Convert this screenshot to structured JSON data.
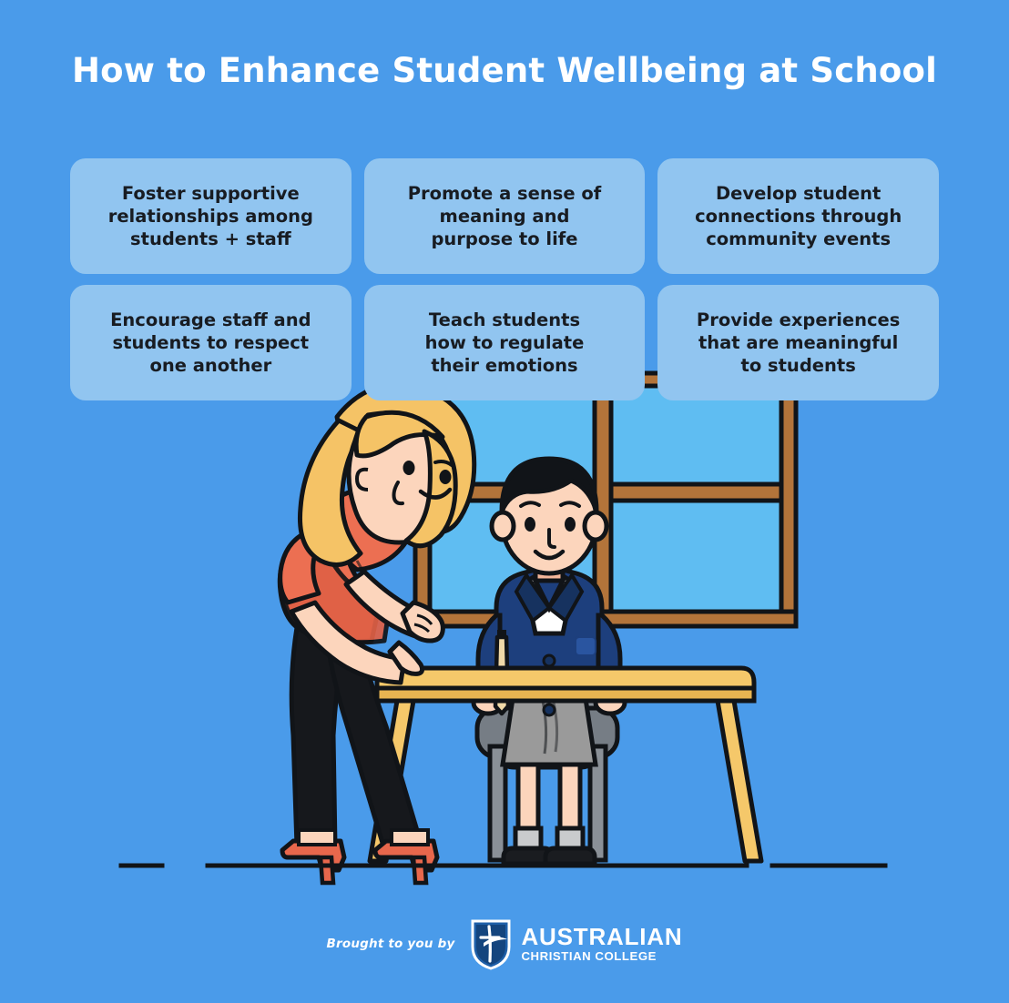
{
  "poster": {
    "title": "How to Enhance Student Wellbeing at School",
    "background_color": "#4a9bea",
    "title_color": "#ffffff"
  },
  "cards": {
    "fill_color": "#91c5f0",
    "text_color": "#181c22",
    "items": [
      {
        "id": "foster-supportive-relationships",
        "text": "Foster supportive\nrelationships among\nstudents + staff"
      },
      {
        "id": "promote-meaning-purpose",
        "text": "Promote a sense of\nmeaning and\npurpose to life"
      },
      {
        "id": "develop-student-connections",
        "text": "Develop student\nconnections through\ncommunity events"
      },
      {
        "id": "encourage-mutual-respect",
        "text": "Encourage staff and\nstudents to respect\none another"
      },
      {
        "id": "teach-emotion-regulation",
        "text": "Teach students\nhow to regulate\ntheir emotions"
      },
      {
        "id": "provide-meaningful-experiences",
        "text": "Provide experiences\nthat are meaningful\nto students"
      }
    ]
  },
  "illustration": {
    "scene_name": "teacher-helping-student-at-desk",
    "colors": {
      "wall": "#4a9bea",
      "wall_shadow": "#3f8ede",
      "window_glass": "#5fbdf2",
      "window_glass_lower": "#4fb3ef",
      "window_frame": "#b3743a",
      "desk": "#f5c86a",
      "desk_shade": "#e8b451",
      "chair": "#8a9097",
      "chair_dark": "#6e757c",
      "skin": "#fcd5bc",
      "skin_shade": "#f5b79a",
      "hair_blonde": "#f5c366",
      "hair_black": "#111418",
      "shirt_coral": "#ec6f52",
      "shirt_coral_shade": "#d85c42",
      "pants_black": "#16181c",
      "blazer_navy": "#1d3f7d",
      "blazer_navy_dark": "#16325f",
      "shirt_white": "#ffffff",
      "skirt_grey": "#9a9a9a",
      "sock_grey": "#c9cbcd",
      "shoe_black": "#1a1c20",
      "heel_coral": "#e8674c",
      "outline": "#111418",
      "book_white": "#fdfdfd",
      "pencil": "#f0d9a8",
      "floor_line": "#111418"
    }
  },
  "footer": {
    "tagline": "Brought to you by",
    "logo": {
      "icon_name": "acc-shield-logo",
      "line1": "AUSTRALIAN",
      "line2": "CHRISTIAN COLLEGE",
      "shield_color": "#1e5fa8",
      "shield_dark": "#14457e"
    }
  }
}
